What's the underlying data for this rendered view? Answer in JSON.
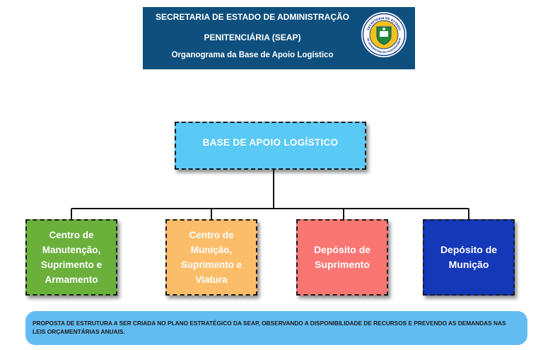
{
  "header": {
    "line1": "SECRETARIA DE ESTADO DE ADMINISTRAÇÃO",
    "line2": "PENITENCIÁRIA (SEAP)",
    "line3": "Organograma da Base de Apoio Logístico",
    "seal_top_text": "SECRETARIA DE ESTADO",
    "seal_bottom_text": "DE ADMINISTRAÇÃO PENITENCIÁRIA"
  },
  "org": {
    "root": "BASE DE APOIO LOGÍSTICO",
    "children": [
      "Centro de Manutenção, Suprimento e Armamento",
      "Centro de Munição, Suprimento e Viatura",
      "Depósito de Suprimento",
      "Depósito de Munição"
    ]
  },
  "note": "PROPOSTA DE ESTRUTURA A SER CRIADA NO PLANO ESTRATÉGICO DA SEAP, OBSERVANDO A DISPONIBILIDADE DE RECURSOS E PREVENDO AS DEMANDAS NAS LEIS ORÇAMENTÁRIAS ANUAIS.",
  "colors": {
    "header_bg": "#0e4f7d",
    "root": "#59c9f6",
    "child_1": "#6ab03b",
    "child_2": "#fcbd6a",
    "child_3": "#fa7672",
    "child_4": "#1438b8",
    "note_bg": "#63bcf1"
  },
  "icons": {
    "seal": "seap-seal-icon"
  }
}
